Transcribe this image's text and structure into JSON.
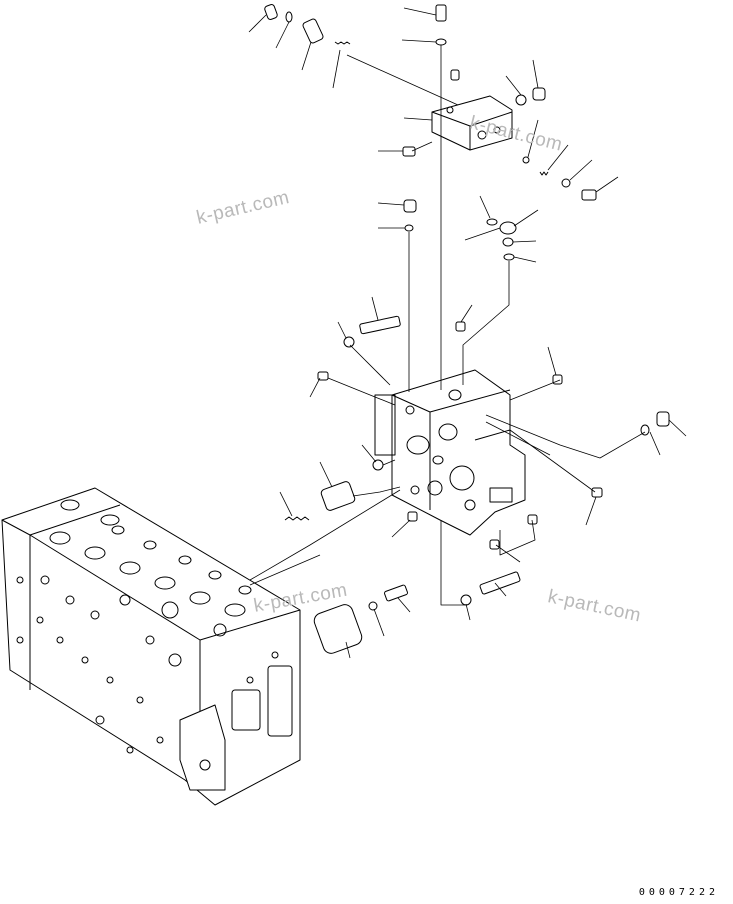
{
  "watermarks": [
    "k-part.com",
    "k-part.com",
    "k-part.com",
    "k-part.com"
  ],
  "drawing_code": "00007222"
}
